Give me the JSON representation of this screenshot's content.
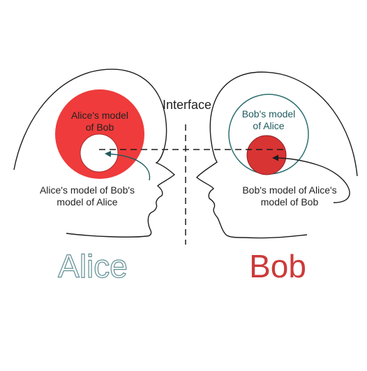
{
  "labels": {
    "interface": "Interface",
    "alice_model_of_bob_line1": "Alice's model",
    "alice_model_of_bob_line2": "of Bob",
    "bob_model_of_alice_line1": "Bob's model",
    "bob_model_of_alice_line2": "of Alice",
    "alice_nested_line1": "Alice's model of Bob's",
    "alice_nested_line2": "model of Alice",
    "bob_nested_line1": "Bob's model of Alice's",
    "bob_nested_line2": "model of Bob"
  },
  "names": {
    "alice": "Alice",
    "bob": "Bob"
  },
  "colors": {
    "alice_model_fill": "#ef3b3b",
    "bob_inner_fill": "#d83434",
    "bob_model_text": "#1f5b5f",
    "outline_teal": "#2d6e70",
    "alice_name_outline": "#5f8e93",
    "bob_name": "#cc3a3a",
    "line_dark": "#1c1c1c"
  }
}
